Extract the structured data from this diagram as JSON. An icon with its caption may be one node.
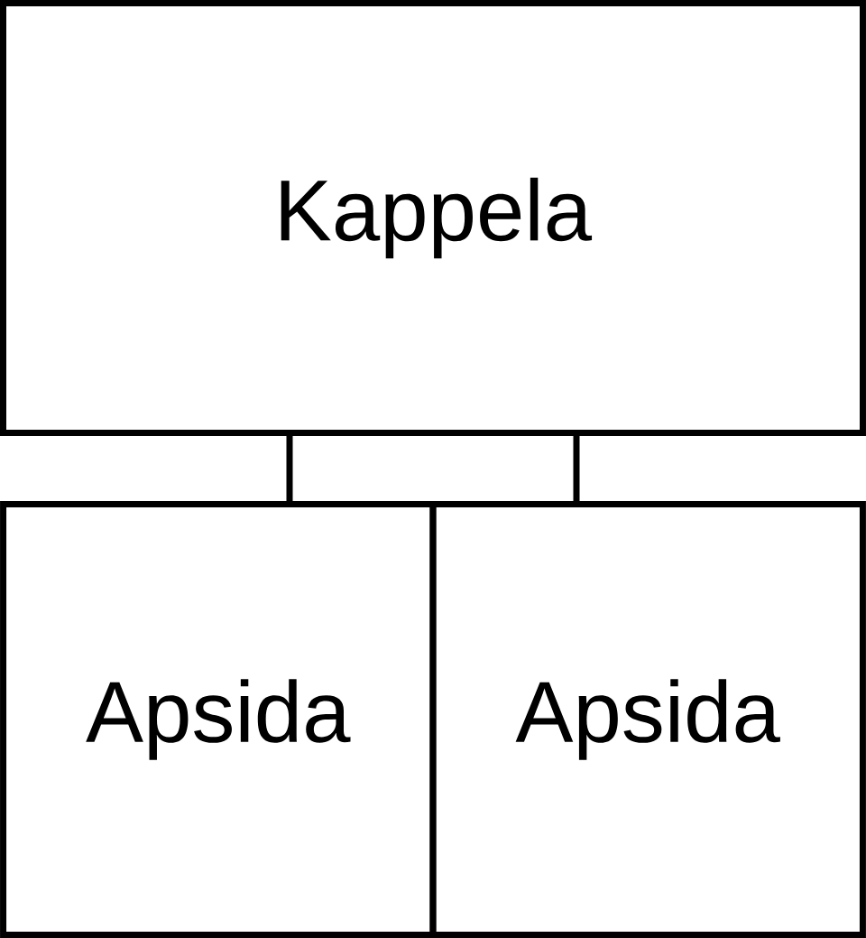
{
  "diagram": {
    "nodes": [
      {
        "text": [
          "Kappela"
        ]
      },
      {
        "text": [
          "Apsida"
        ]
      },
      {
        "text": [
          "Apsida"
        ]
      }
    ],
    "edges": [
      {
        "from": 0,
        "to": 1,
        "arrow": "none"
      },
      {
        "from": 0,
        "to": 2,
        "arrow": "none"
      }
    ]
  }
}
